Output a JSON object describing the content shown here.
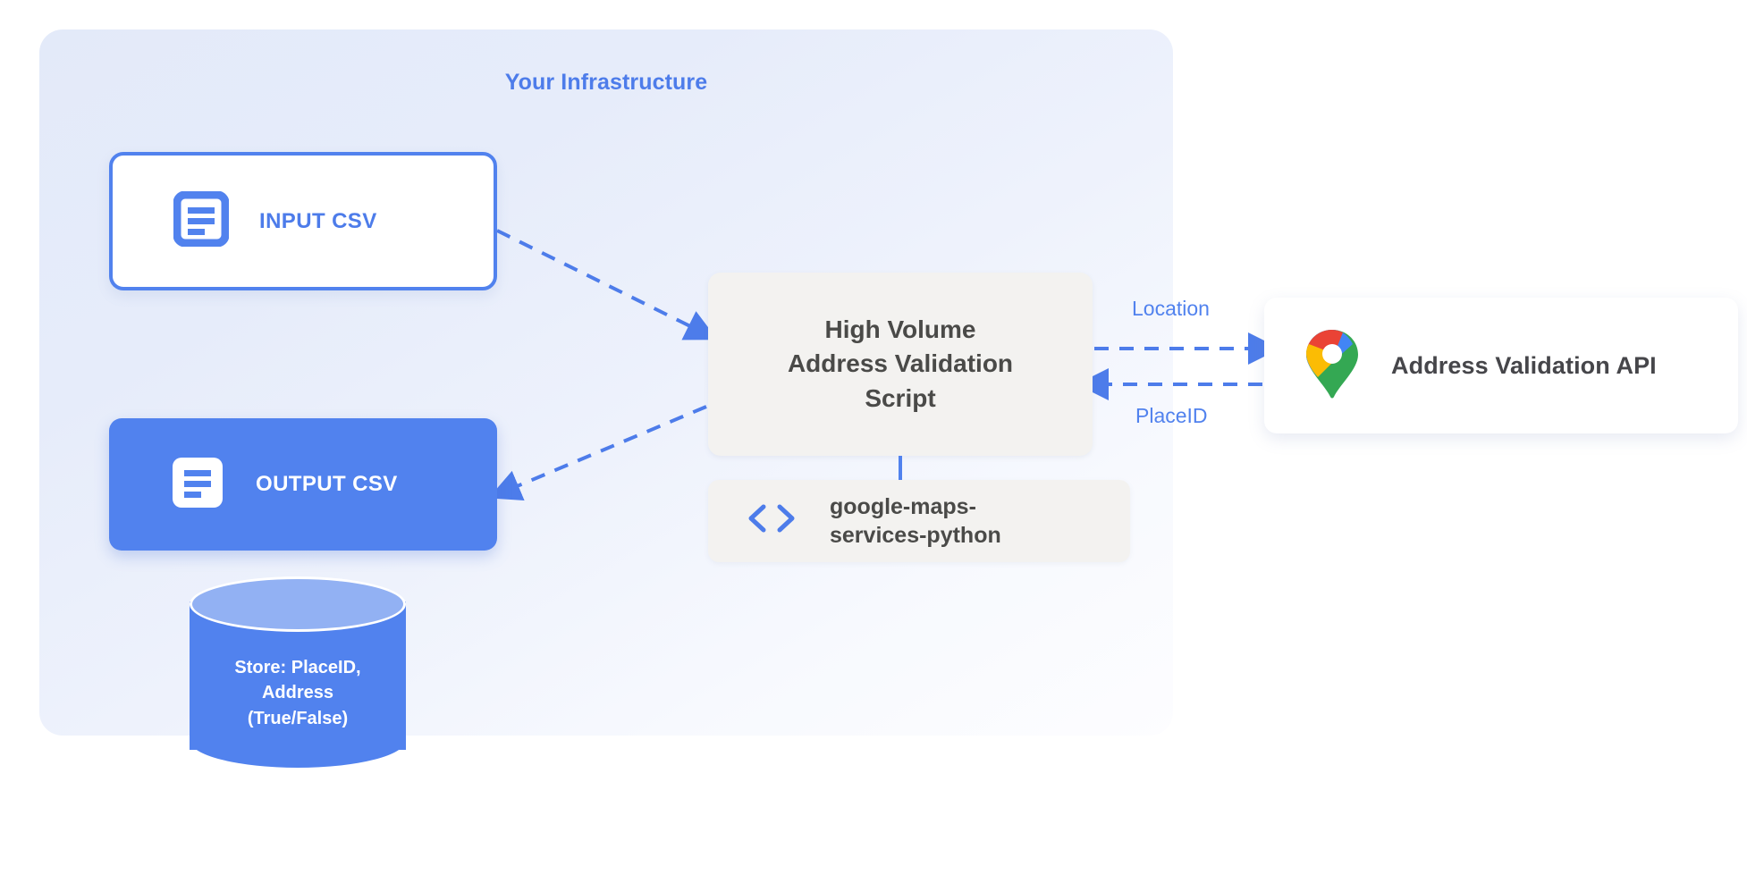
{
  "panel": {
    "title": "Your Infrastructure"
  },
  "nodes": {
    "input_csv": {
      "label": "INPUT CSV",
      "icon": "document-icon"
    },
    "output_csv": {
      "label": "OUTPUT CSV",
      "icon": "document-icon"
    },
    "script": {
      "line1": "High Volume",
      "line2": "Address Validation",
      "line3": "Script"
    },
    "library": {
      "line1": "google-maps-",
      "line2": "services-python",
      "icon": "code-brackets-icon"
    },
    "api": {
      "label": "Address Validation API",
      "icon": "google-maps-pin-icon"
    },
    "database": {
      "line1": "Store: PlaceID,",
      "line2": "Address",
      "line3": "(True/False)"
    }
  },
  "edges": {
    "request_label": "Location",
    "response_label": "PlaceID"
  },
  "colors": {
    "accent_blue": "#5182ee",
    "label_blue": "#4d7cea",
    "panel_bg": "#e3eaf9",
    "box_gray": "#f3f2f0",
    "text_dark": "#4a4a48",
    "db_top": "#92b1f3",
    "maps_blue": "#4285f4",
    "maps_red": "#ea4335",
    "maps_yellow": "#fbbc04",
    "maps_green": "#34a853"
  }
}
